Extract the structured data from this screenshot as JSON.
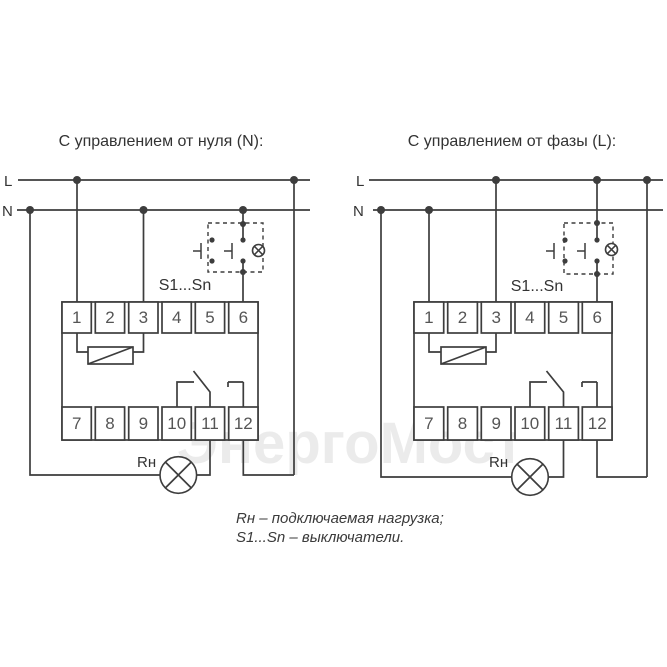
{
  "watermark": "ЭнергоМост",
  "legend": {
    "line1": "Rн – подключаемая нагрузка;",
    "line2": "S1...Sn – выключатели."
  },
  "diagrams": [
    {
      "title": "С управлением от нуля (N):",
      "phase_label": "L",
      "neutral_label": "N",
      "switch_group_label": "S1...Sn",
      "load_label": "Rн",
      "terminals_top": [
        "1",
        "2",
        "3",
        "4",
        "5",
        "6"
      ],
      "terminals_bottom": [
        "7",
        "8",
        "9",
        "10",
        "11",
        "12"
      ]
    },
    {
      "title": "С управлением от фазы (L):",
      "phase_label": "L",
      "neutral_label": "N",
      "switch_group_label": "S1...Sn",
      "load_label": "Rн",
      "terminals_top": [
        "1",
        "2",
        "3",
        "4",
        "5",
        "6"
      ],
      "terminals_bottom": [
        "7",
        "8",
        "9",
        "10",
        "11",
        "12"
      ]
    }
  ],
  "colors": {
    "background": "#ffffff",
    "line": "#3d3d3d",
    "text": "#333333",
    "terminal_text": "#555555",
    "watermark": "#d8d8d8"
  }
}
